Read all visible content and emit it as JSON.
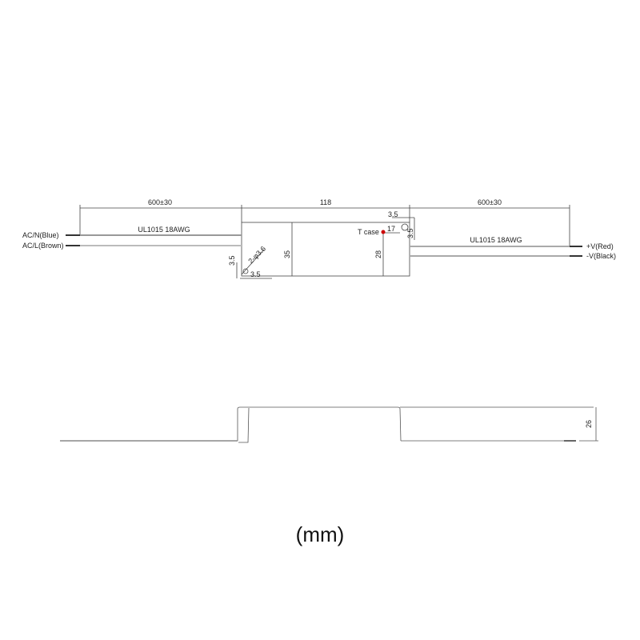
{
  "top_view": {
    "dim_left_wire": "600±30",
    "dim_body": "118",
    "dim_right_wire": "600±30",
    "wire_spec_left": "UL1015 18AWG",
    "wire_spec_right": "UL1015 18AWG",
    "label_acn": "AC/N(Blue)",
    "label_acl": "AC/L(Brown)",
    "label_vpos": "+V(Red)",
    "label_vneg": "-V(Black)",
    "dim_height": "35",
    "dim_hole": "2-φ3.6",
    "dim_hole_v": "3.5",
    "dim_hole_h": "3.5",
    "tcase_label": "T case",
    "tcase_color": "#cc0000",
    "dim_tcase_x": "17",
    "dim_tcase_y": "28",
    "dim_hole2_h": "3.5",
    "dim_hole2_v": "3.5"
  },
  "side_view": {
    "dim_thickness": "26"
  },
  "units": "(mm)"
}
